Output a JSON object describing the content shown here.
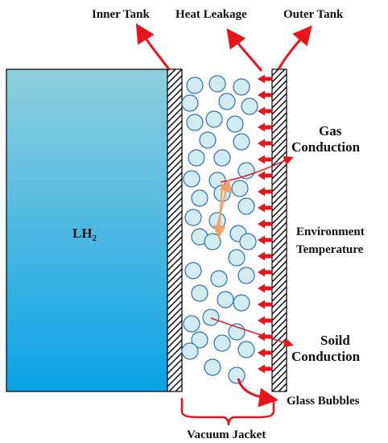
{
  "labels": {
    "inner_tank": "Inner Tank",
    "heat_leakage": "Heat Leakage",
    "outer_tank": "Outer Tank",
    "lh2_main": "LH",
    "lh2_sub": "2",
    "gas_line1": "Gas",
    "gas_line2": "Conduction",
    "env_line1": "Environment",
    "env_line2": "Temperature",
    "solid_line1": "Soild",
    "solid_line2": "Conduction",
    "glass_bubbles": "Glass Bubbles",
    "vacuum_jacket": "Vacuum Jacket"
  },
  "colors": {
    "arrow_red": "#e8141c",
    "bubble_fill": "#d3ecf1",
    "bubble_stroke": "#2a6fbf",
    "tank_top": "#8fcfdd",
    "tank_bottom": "#0aa2e6",
    "molecule_path": "#f0a060"
  },
  "icons": {
    "heat_arrow": "left-pointing-red-arrow",
    "wall_hatch": "diagonal-hatch"
  }
}
